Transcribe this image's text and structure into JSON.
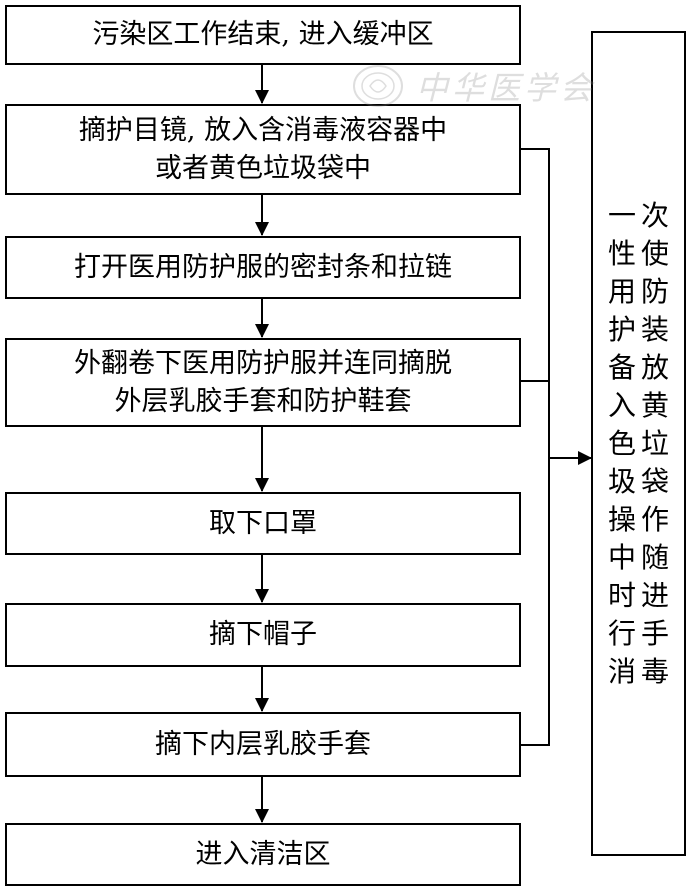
{
  "steps": [
    {
      "lines": [
        "污染区工作结束, 进入缓冲区"
      ]
    },
    {
      "lines": [
        "摘护目镜, 放入含消毒液容器中",
        "或者黄色垃圾袋中"
      ]
    },
    {
      "lines": [
        "打开医用防护服的密封条和拉链"
      ]
    },
    {
      "lines": [
        "外翻卷下医用防护服并连同摘脱",
        "外层乳胶手套和防护鞋套"
      ]
    },
    {
      "lines": [
        "取下口罩"
      ]
    },
    {
      "lines": [
        "摘下帽子"
      ]
    },
    {
      "lines": [
        "摘下内层乳胶手套"
      ]
    },
    {
      "lines": [
        "进入清洁区"
      ]
    }
  ],
  "side_note": {
    "chars": [
      "一",
      "次",
      "性",
      "使",
      "用",
      "防",
      "护",
      "装",
      "备",
      "放",
      "入",
      "黄",
      "色",
      "垃",
      "圾",
      "袋",
      "操",
      "作",
      "中",
      "随",
      "时",
      "进",
      "行",
      "手",
      "消",
      "毒"
    ]
  },
  "watermark": {
    "text": "中华医学会"
  }
}
